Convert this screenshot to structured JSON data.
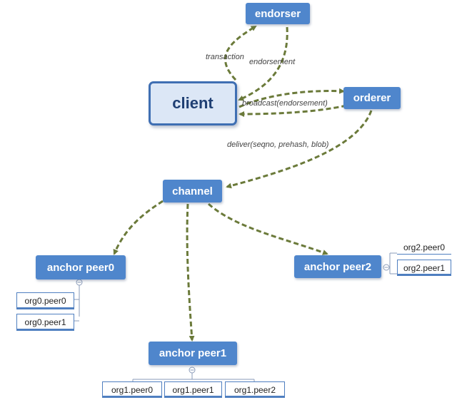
{
  "nodes": {
    "endorser": "endorser",
    "client": "client",
    "orderer": "orderer",
    "channel": "channel",
    "anchor_peer0": "anchor peer0",
    "anchor_peer1": "anchor peer1",
    "anchor_peer2": "anchor peer2"
  },
  "peers": {
    "org0": [
      "org0.peer0",
      "org0.peer1"
    ],
    "org1": [
      "org1.peer0",
      "org1.peer1",
      "org1.peer2"
    ],
    "org2": [
      "org2.peer0",
      "org2.peer1"
    ]
  },
  "edge_labels": {
    "transaction": "transaction",
    "endorsement": "endorsement",
    "broadcast": "broadcast(endorsement)",
    "deliver": "deliver(seqno, prehash, blob)"
  },
  "colors": {
    "node_fill": "#4f86cc",
    "client_fill": "#dce7f6",
    "client_border": "#3f6fb3",
    "arrow": "#6b7a3a",
    "leaf_border": "#4f7fc0"
  }
}
